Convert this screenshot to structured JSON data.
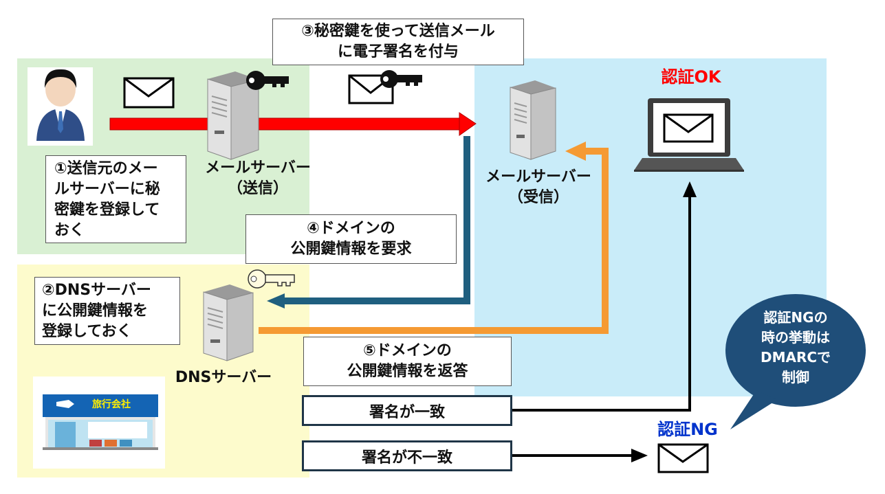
{
  "step1": [
    "①送信元のメー",
    "ルサーバーに秘",
    "密鍵を登録して",
    "おく"
  ],
  "step2": [
    "②DNSサーバー",
    "に公開鍵情報を",
    "登録しておく"
  ],
  "step3": [
    "③秘密鍵を使って送信メール",
    "に電子署名を付与"
  ],
  "step4": [
    "④ドメインの",
    "公開鍵情報を要求"
  ],
  "step5": [
    "⑤ドメインの",
    "公開鍵情報を返答"
  ],
  "sender_server": [
    "メールサーバー",
    "（送信）"
  ],
  "receiver_server": [
    "メールサーバー",
    "（受信）"
  ],
  "dns_server": "DNSサーバー",
  "auth_ok": "認証OK",
  "auth_ng": "認証NG",
  "match": "署名が一致",
  "mismatch": "署名が不一致",
  "travel_sign": "旅行会社",
  "callout": [
    "認証NGの",
    "時の挙動は",
    "DMARCで",
    "制御"
  ],
  "colors": {
    "red": "#ff0000",
    "blue": "#1f5f7f",
    "orange": "#f59a33",
    "navy": "#1f4e79",
    "ng_blue": "#0033cc"
  }
}
